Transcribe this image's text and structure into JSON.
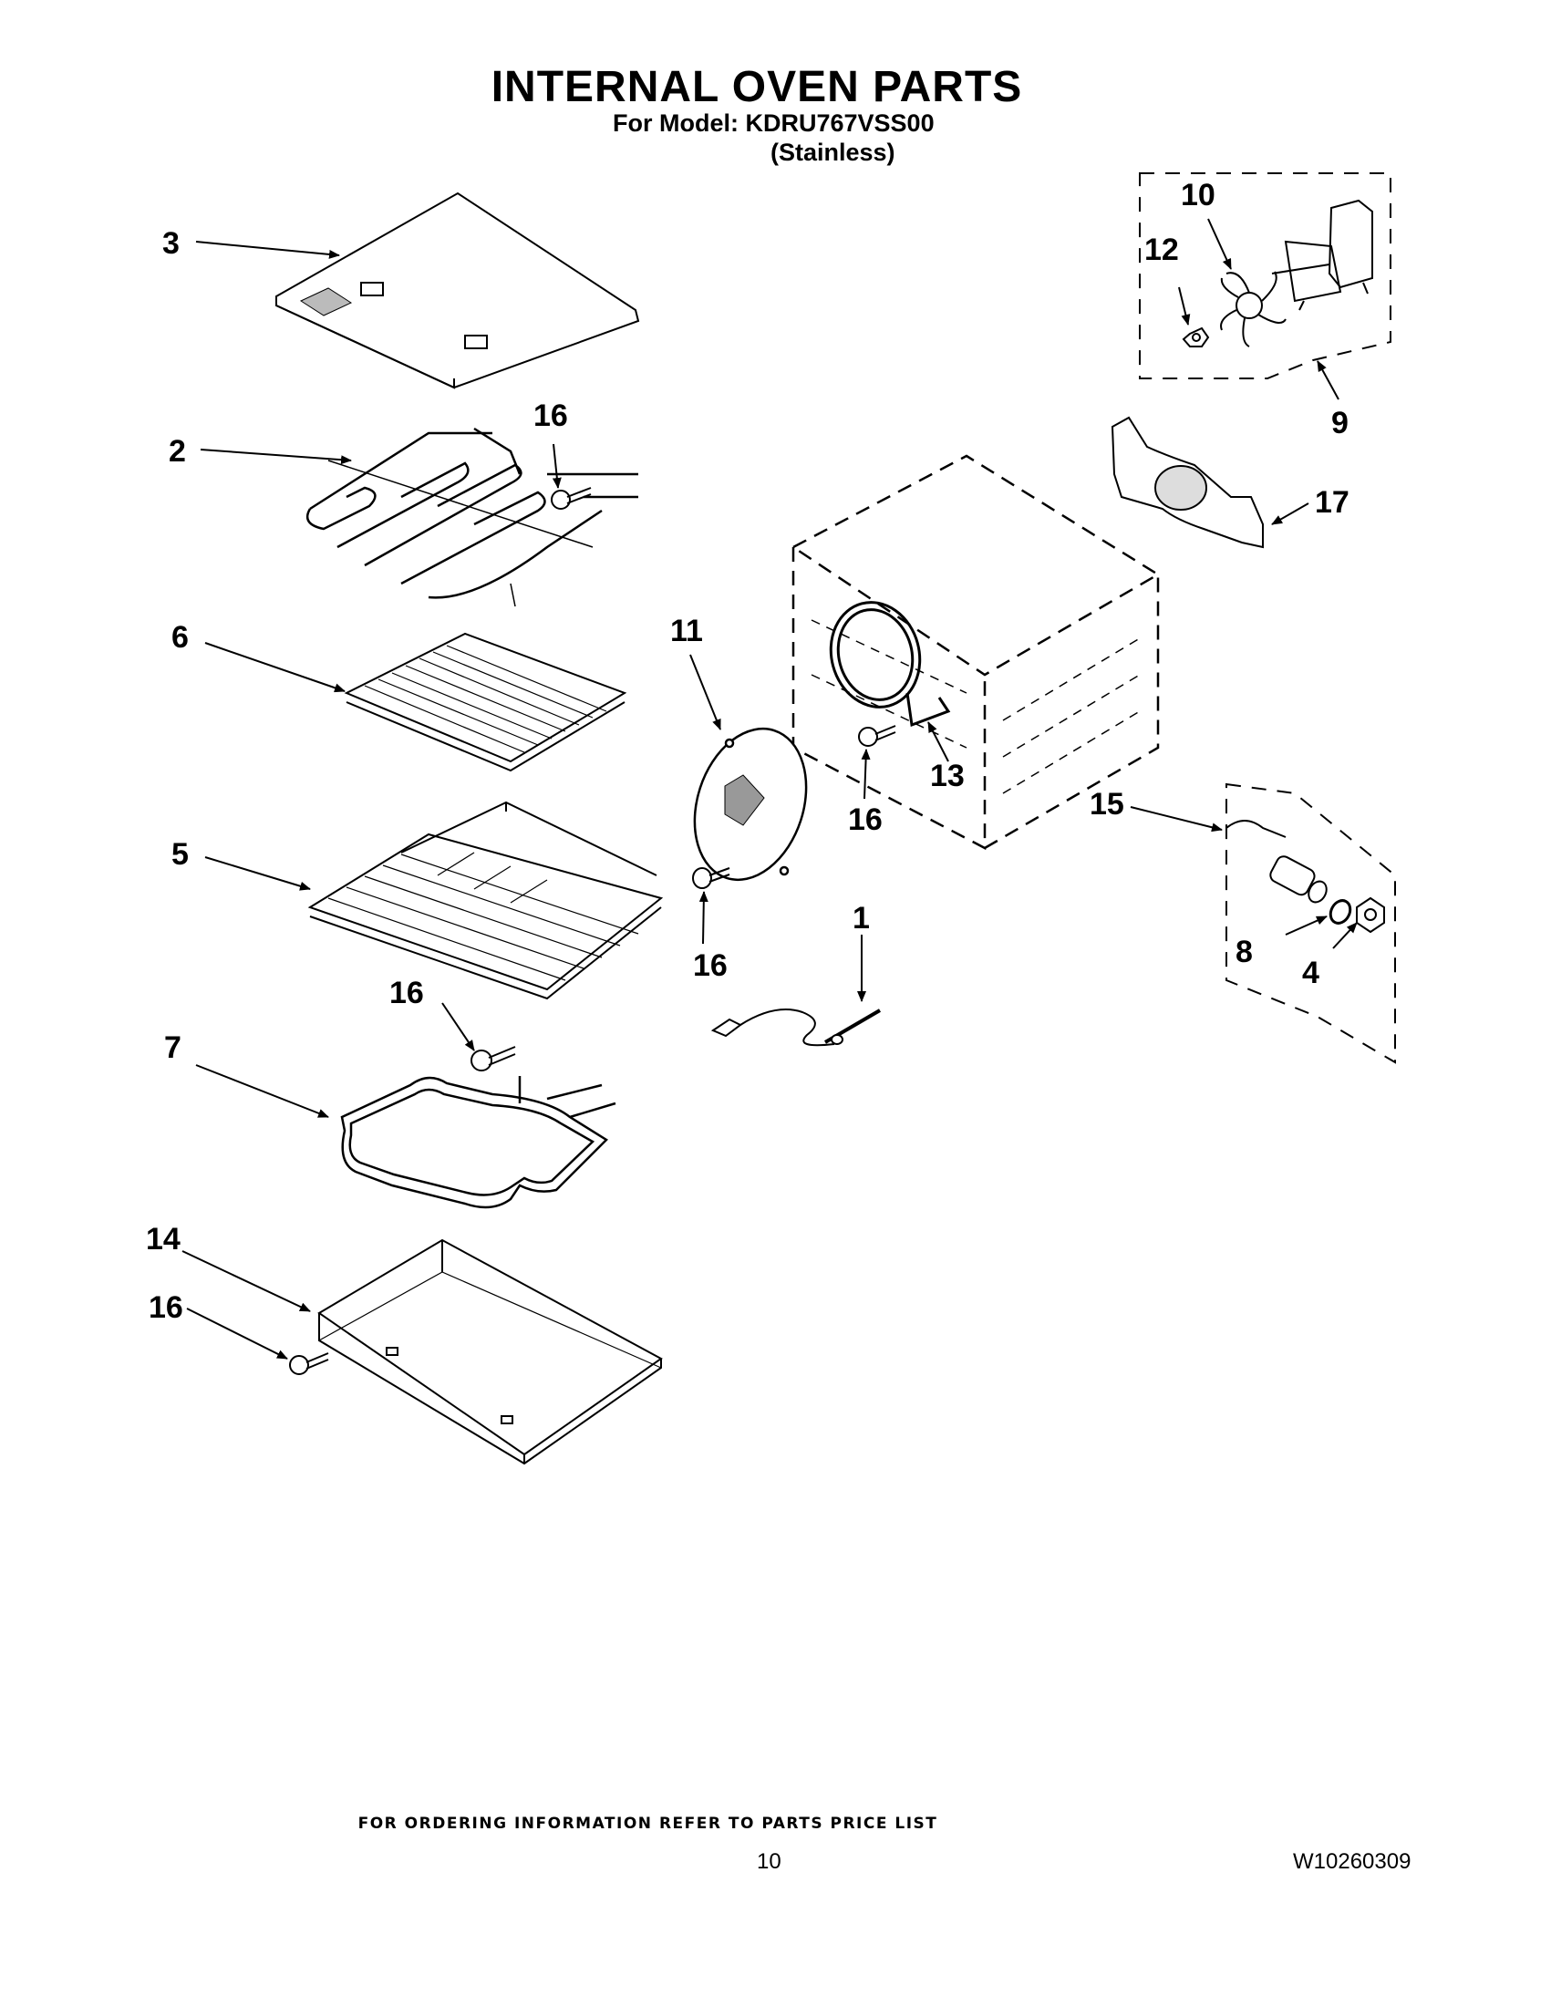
{
  "header": {
    "title": "INTERNAL OVEN PARTS",
    "model_line": "For Model: KDRU767VSS00",
    "finish": "(Stainless)"
  },
  "callouts": {
    "c1": "1",
    "c2": "2",
    "c3": "3",
    "c4": "4",
    "c5": "5",
    "c6": "6",
    "c7": "7",
    "c8": "8",
    "c9": "9",
    "c10": "10",
    "c11": "11",
    "c12": "12",
    "c13": "13",
    "c14": "14",
    "c15": "15",
    "c16": "16",
    "c17": "17"
  },
  "footer": {
    "ordering_note": "FOR ORDERING INFORMATION REFER TO PARTS PRICE LIST",
    "page_number": "10",
    "document_number": "W10260309"
  }
}
